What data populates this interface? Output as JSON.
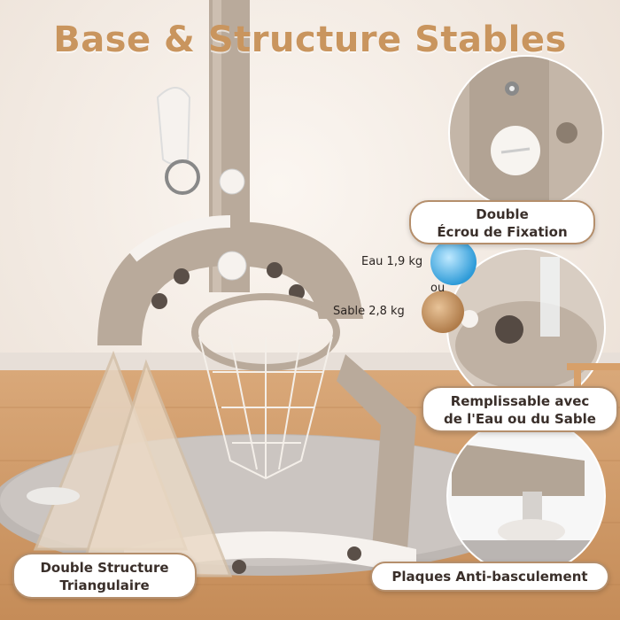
{
  "title": "Base & Structure Stables",
  "callouts": {
    "ecrou": {
      "line1": "Double",
      "line2": "Écrou de Fixation"
    },
    "remplissable": {
      "line1": "Remplissable avec",
      "line2": "de l'Eau ou du Sable"
    },
    "triangulaire": {
      "line1": "Double Structure",
      "line2": "Triangulaire"
    },
    "plaques": {
      "line1": "Plaques Anti-basculement"
    }
  },
  "fill_options": {
    "eau": "Eau 1,9 kg",
    "ou": "ou",
    "sable": "Sable 2,8 kg"
  },
  "colors": {
    "title": "#c9955e",
    "background": "#f3ece6",
    "product_gray": "#b9aa9b",
    "product_white": "#f6f2ee",
    "water": "#4fb3e6",
    "sand": "#c89a6a"
  }
}
